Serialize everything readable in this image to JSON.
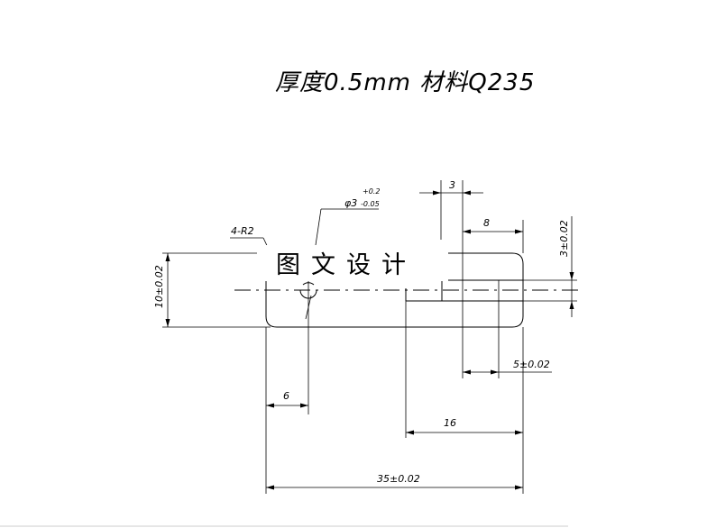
{
  "title": "厚度0.5mm  材料Q235",
  "watermark": "图文设计",
  "callouts": {
    "radius": "4-R2",
    "hole_symbol": "φ3",
    "hole_tol_upper": "+0.2",
    "hole_tol_lower": "-0.05"
  },
  "dimensions": {
    "top_slot_width": "3",
    "slot_offset": "8",
    "right_height": "3±0.02",
    "left_height": "10±0.02",
    "slot_spacing": "5±0.02",
    "hole_offset": "6",
    "slot_length": "16",
    "overall_length": "35±0.02"
  },
  "colors": {
    "line": "#000000",
    "background": "#ffffff"
  }
}
